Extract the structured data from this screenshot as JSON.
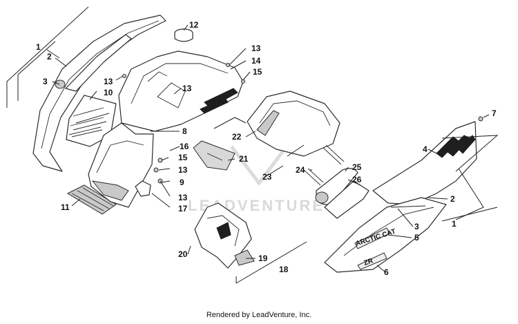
{
  "diagram": {
    "callouts": [
      {
        "id": "c1a",
        "label": "1"
      },
      {
        "id": "c2a",
        "label": "2"
      },
      {
        "id": "c3a",
        "label": "3"
      },
      {
        "id": "c10",
        "label": "10"
      },
      {
        "id": "c13a",
        "label": "13"
      },
      {
        "id": "c11",
        "label": "11"
      },
      {
        "id": "c12",
        "label": "12"
      },
      {
        "id": "c13b",
        "label": "13"
      },
      {
        "id": "c14",
        "label": "14"
      },
      {
        "id": "c15a",
        "label": "15"
      },
      {
        "id": "c13c",
        "label": "13"
      },
      {
        "id": "c8",
        "label": "8"
      },
      {
        "id": "c16",
        "label": "16"
      },
      {
        "id": "c15b",
        "label": "15"
      },
      {
        "id": "c13d",
        "label": "13"
      },
      {
        "id": "c9",
        "label": "9"
      },
      {
        "id": "c13e",
        "label": "13"
      },
      {
        "id": "c17",
        "label": "17"
      },
      {
        "id": "c21",
        "label": "21"
      },
      {
        "id": "c22",
        "label": "22"
      },
      {
        "id": "c23",
        "label": "23"
      },
      {
        "id": "c24",
        "label": "24"
      },
      {
        "id": "c25",
        "label": "25"
      },
      {
        "id": "c26",
        "label": "26"
      },
      {
        "id": "c7",
        "label": "7"
      },
      {
        "id": "c4",
        "label": "4"
      },
      {
        "id": "c2b",
        "label": "2"
      },
      {
        "id": "c1b",
        "label": "1"
      },
      {
        "id": "c3b",
        "label": "3"
      },
      {
        "id": "c5",
        "label": "5"
      },
      {
        "id": "c6",
        "label": "6"
      },
      {
        "id": "c20",
        "label": "20"
      },
      {
        "id": "c19",
        "label": "19"
      },
      {
        "id": "c18",
        "label": "18"
      }
    ],
    "decal_text": "ARCTIC CAT",
    "model_text": "ZR",
    "watermark": "LEADVENTURE",
    "footer": "Rendered by LeadVenture, Inc."
  }
}
